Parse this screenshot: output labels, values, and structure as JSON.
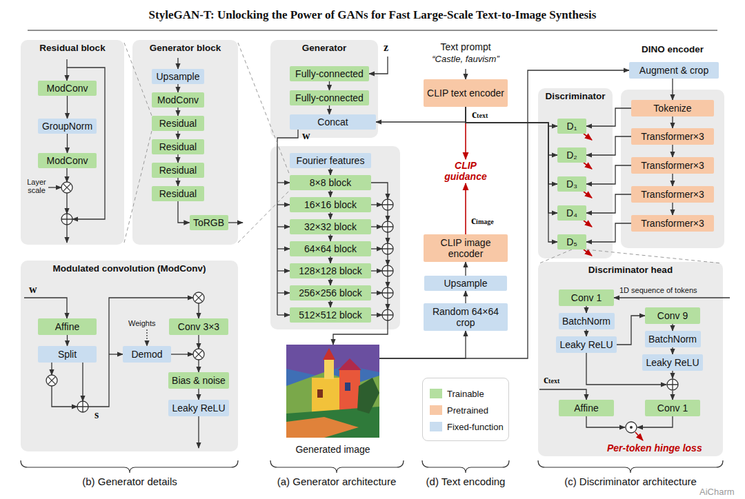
{
  "diagram": {
    "title": "StyleGAN-T: Unlocking the Power of GANs for Fast Large-Scale Text-to-Image Synthesis",
    "nodes": [
      {
        "text": [
          "Residual block"
        ]
      },
      {
        "text": [
          "ModConv"
        ],
        "in": 0
      },
      {
        "text": [
          "GroupNorm"
        ],
        "in": 0
      },
      {
        "text": [
          "ModConv"
        ],
        "in": 0
      },
      {
        "text": [
          "Generator block"
        ]
      },
      {
        "text": [
          "Upsample"
        ],
        "in": 4
      },
      {
        "text": [
          "ModConv"
        ],
        "in": 4
      },
      {
        "text": [
          "Residual"
        ],
        "in": 4
      },
      {
        "text": [
          "Residual"
        ],
        "in": 4
      },
      {
        "text": [
          "Residual"
        ],
        "in": 4
      },
      {
        "text": [
          "Residual"
        ],
        "in": 4
      },
      {
        "text": [
          "ToRGB"
        ],
        "in": 4
      },
      {
        "text": [
          "Generator"
        ]
      },
      {
        "text": [
          "Fully-connected"
        ],
        "in": 12
      },
      {
        "text": [
          "Fully-connected"
        ],
        "in": 12
      },
      {
        "text": [
          "Concat"
        ],
        "in": 12
      },
      {
        "text": [
          "Fourier features"
        ]
      },
      {
        "text": [
          "8×8 block"
        ]
      },
      {
        "text": [
          "16×16 block"
        ]
      },
      {
        "text": [
          "32×32 block"
        ]
      },
      {
        "text": [
          "64×64 block"
        ]
      },
      {
        "text": [
          "128×128 block"
        ]
      },
      {
        "text": [
          "256×256 block"
        ]
      },
      {
        "text": [
          "512×512 block"
        ]
      },
      {
        "text": [
          "Text prompt",
          "“Castle, fauvism”"
        ]
      },
      {
        "text": [
          "CLIP text encoder"
        ]
      },
      {
        "text": [
          "CLIP image encoder"
        ]
      },
      {
        "text": [
          "Upsample"
        ]
      },
      {
        "text": [
          "Random 64×64 crop"
        ]
      },
      {
        "text": [
          "Discriminator"
        ]
      },
      {
        "text": [
          "D₁"
        ],
        "in": 29
      },
      {
        "text": [
          "D₂"
        ],
        "in": 29
      },
      {
        "text": [
          "D₃"
        ],
        "in": 29
      },
      {
        "text": [
          "D₄"
        ],
        "in": 29
      },
      {
        "text": [
          "D₅"
        ],
        "in": 29
      },
      {
        "text": [
          "DINO encoder"
        ]
      },
      {
        "text": [
          "Augment & crop"
        ],
        "in": 35
      },
      {
        "text": [
          "Tokenize"
        ],
        "in": 35
      },
      {
        "text": [
          "Transformer×3"
        ],
        "in": 35
      },
      {
        "text": [
          "Transformer×3"
        ],
        "in": 35
      },
      {
        "text": [
          "Transformer×3"
        ],
        "in": 35
      },
      {
        "text": [
          "Transformer×3"
        ],
        "in": 35
      },
      {
        "text": [
          "Discriminator head"
        ]
      },
      {
        "text": [
          "Conv 1"
        ],
        "in": 42
      },
      {
        "text": [
          "BatchNorm"
        ],
        "in": 42
      },
      {
        "text": [
          "Leaky ReLU"
        ],
        "in": 42
      },
      {
        "text": [
          "Conv 9"
        ],
        "in": 42
      },
      {
        "text": [
          "BatchNorm"
        ],
        "in": 42
      },
      {
        "text": [
          "Leaky ReLU"
        ],
        "in": 42
      },
      {
        "text": [
          "Affine"
        ],
        "in": 42
      },
      {
        "text": [
          "Conv 1"
        ],
        "in": 42
      },
      {
        "text": [
          "Modulated convolution (ModConv)"
        ]
      },
      {
        "text": [
          "Affine"
        ],
        "in": 51
      },
      {
        "text": [
          "Split"
        ],
        "in": 51
      },
      {
        "text": [
          "Demod"
        ],
        "in": 51
      },
      {
        "text": [
          "Conv 3×3"
        ],
        "in": 51
      },
      {
        "text": [
          "Bias & noise"
        ],
        "in": 51
      },
      {
        "text": [
          "Leaky ReLU"
        ],
        "in": 51
      },
      {
        "text": [
          "Generated image"
        ]
      }
    ],
    "edges": [
      {
        "from": 1,
        "to": 2,
        "arrow": "to"
      },
      {
        "from": 2,
        "to": 3,
        "arrow": "to"
      },
      {
        "from": 5,
        "to": 6,
        "arrow": "to"
      },
      {
        "from": 6,
        "to": 7,
        "arrow": "to"
      },
      {
        "from": 7,
        "to": 8,
        "arrow": "to"
      },
      {
        "from": 8,
        "to": 9,
        "arrow": "to"
      },
      {
        "from": 9,
        "to": 10,
        "arrow": "to"
      },
      {
        "from": 10,
        "to": 11,
        "arrow": "to"
      },
      {
        "from": 13,
        "to": 14,
        "arrow": "to"
      },
      {
        "from": 14,
        "to": 15,
        "arrow": "to"
      },
      {
        "from": 16,
        "to": 17,
        "arrow": "to"
      },
      {
        "from": 17,
        "to": 18,
        "arrow": "to"
      },
      {
        "from": 18,
        "to": 19,
        "arrow": "to"
      },
      {
        "from": 19,
        "to": 20,
        "arrow": "to"
      },
      {
        "from": 20,
        "to": 21,
        "arrow": "to"
      },
      {
        "from": 21,
        "to": 22,
        "arrow": "to"
      },
      {
        "from": 22,
        "to": 23,
        "arrow": "to"
      },
      {
        "from": 24,
        "to": 25,
        "arrow": "to"
      },
      {
        "from": 25,
        "to": 15,
        "arrow": "to"
      },
      {
        "from": 25,
        "to": 30,
        "arrow": "to"
      },
      {
        "from": 25,
        "to": 31,
        "arrow": "to"
      },
      {
        "from": 25,
        "to": 32,
        "arrow": "to"
      },
      {
        "from": 25,
        "to": 33,
        "arrow": "to"
      },
      {
        "from": 25,
        "to": 34,
        "arrow": "to"
      },
      {
        "from": 58,
        "to": 36,
        "arrow": "to"
      },
      {
        "from": 58,
        "to": 28,
        "arrow": "to"
      },
      {
        "from": 28,
        "to": 27,
        "arrow": "to"
      },
      {
        "from": 27,
        "to": 26,
        "arrow": "to"
      },
      {
        "from": 36,
        "to": 37,
        "arrow": "to"
      },
      {
        "from": 37,
        "to": 38,
        "arrow": "to"
      },
      {
        "from": 38,
        "to": 39,
        "arrow": "to"
      },
      {
        "from": 39,
        "to": 40,
        "arrow": "to"
      },
      {
        "from": 40,
        "to": 41,
        "arrow": "to"
      },
      {
        "from": 37,
        "to": 30,
        "arrow": "to"
      },
      {
        "from": 38,
        "to": 31,
        "arrow": "to"
      },
      {
        "from": 39,
        "to": 32,
        "arrow": "to"
      },
      {
        "from": 40,
        "to": 33,
        "arrow": "to"
      },
      {
        "from": 41,
        "to": 34,
        "arrow": "to"
      },
      {
        "from": 43,
        "to": 44,
        "arrow": "to"
      },
      {
        "from": 44,
        "to": 45,
        "arrow": "to"
      },
      {
        "from": 45,
        "to": 46,
        "arrow": "to"
      },
      {
        "from": 46,
        "to": 47,
        "arrow": "to"
      },
      {
        "from": 47,
        "to": 48,
        "arrow": "to"
      },
      {
        "from": 52,
        "to": 53,
        "arrow": "to"
      },
      {
        "from": 56,
        "to": 57,
        "arrow": "to"
      }
    ],
    "labels": [
      "w",
      "z",
      "ctext",
      "CLIP guidance",
      "cimage",
      "Layer scale",
      "w",
      "Weights",
      "s",
      "1D sequence of tokens",
      "ctext",
      "Per-token hinge loss",
      "(b) Generator details",
      "(a) Generator architecture",
      "(d) Text encoding",
      "(c) Discriminator architecture",
      "AiCharm"
    ],
    "legend": [
      {
        "text": "Trainable",
        "color": "#b4dfa0"
      },
      {
        "text": "Pretrained",
        "color": "#f8c8a6"
      },
      {
        "text": "Fixed-function",
        "color": "#c9ddf0"
      }
    ]
  }
}
